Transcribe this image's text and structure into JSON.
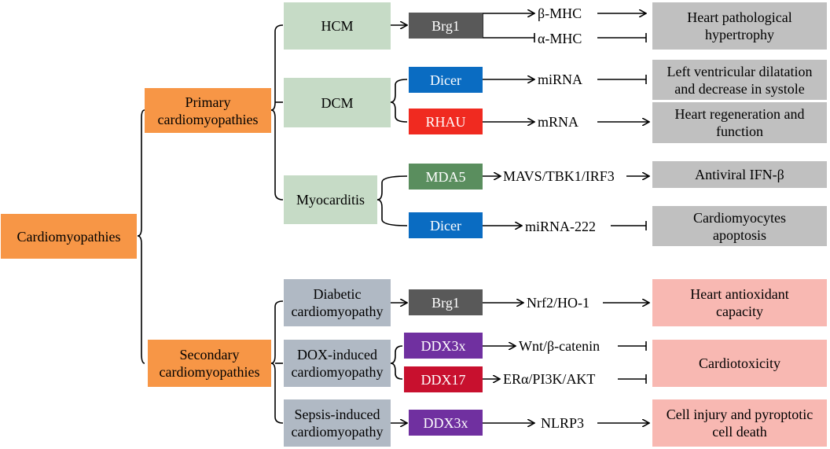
{
  "root": "Cardiomyopathies",
  "categories": {
    "primary": "Primary\ncardiomyopathies",
    "secondary": "Secondary\ncardiomyopathies"
  },
  "diseases": {
    "hcm": "HCM",
    "dcm": "DCM",
    "myocarditis": "Myocarditis",
    "diabetic": "Diabetic\ncardiomyopathy",
    "dox": "DOX-induced\ncardiomyopathy",
    "sepsis": "Sepsis-induced\ncardiomyopathy"
  },
  "helicases": {
    "brg1_hcm": "Brg1",
    "dicer_dcm": "Dicer",
    "rhau": "RHAU",
    "mda5": "MDA5",
    "dicer_myo": "Dicer",
    "brg1_diab": "Brg1",
    "ddx3x_dox": "DDX3x",
    "ddx17": "DDX17",
    "ddx3x_sepsis": "DDX3x"
  },
  "targets": {
    "beta_mhc": "β-MHC",
    "alpha_mhc": "α-MHC",
    "mirna": "miRNA",
    "mrna": "mRNA",
    "mavs": "MAVS/TBK1/IRF3",
    "mirna222": "miRNA-222",
    "nrf2": "Nrf2/HO-1",
    "wnt": "Wnt/β-catenin",
    "era": "ERα/PI3K/AKT",
    "nlrp3": "NLRP3"
  },
  "outcomes": {
    "hypertrophy": "Heart pathological\nhypertrophy",
    "lv_dilatation": "Left ventricular dilatation\nand decrease in systole",
    "regeneration": "Heart regeneration and\nfunction",
    "antiviral": "Antiviral IFN-β",
    "apoptosis": "Cardiomyocytes\napoptosis",
    "antioxidant": "Heart antioxidant\ncapacity",
    "cardiotoxicity": "Cardiotoxicity",
    "pyroptosis": "Cell injury and pyroptotic\ncell death"
  },
  "colors": {
    "category": "#f79646",
    "primary_disease": "#c6dbc6",
    "secondary_disease": "#b0b9c4",
    "outcome_primary": "#c0c0c0",
    "outcome_secondary": "#f8b8b2",
    "brg1": "#595959",
    "dicer": "#0a6cc2",
    "rhau": "#f02a20",
    "mda5": "#5a8e5e",
    "ddx3x": "#7030a0",
    "ddx17": "#c8102e"
  }
}
